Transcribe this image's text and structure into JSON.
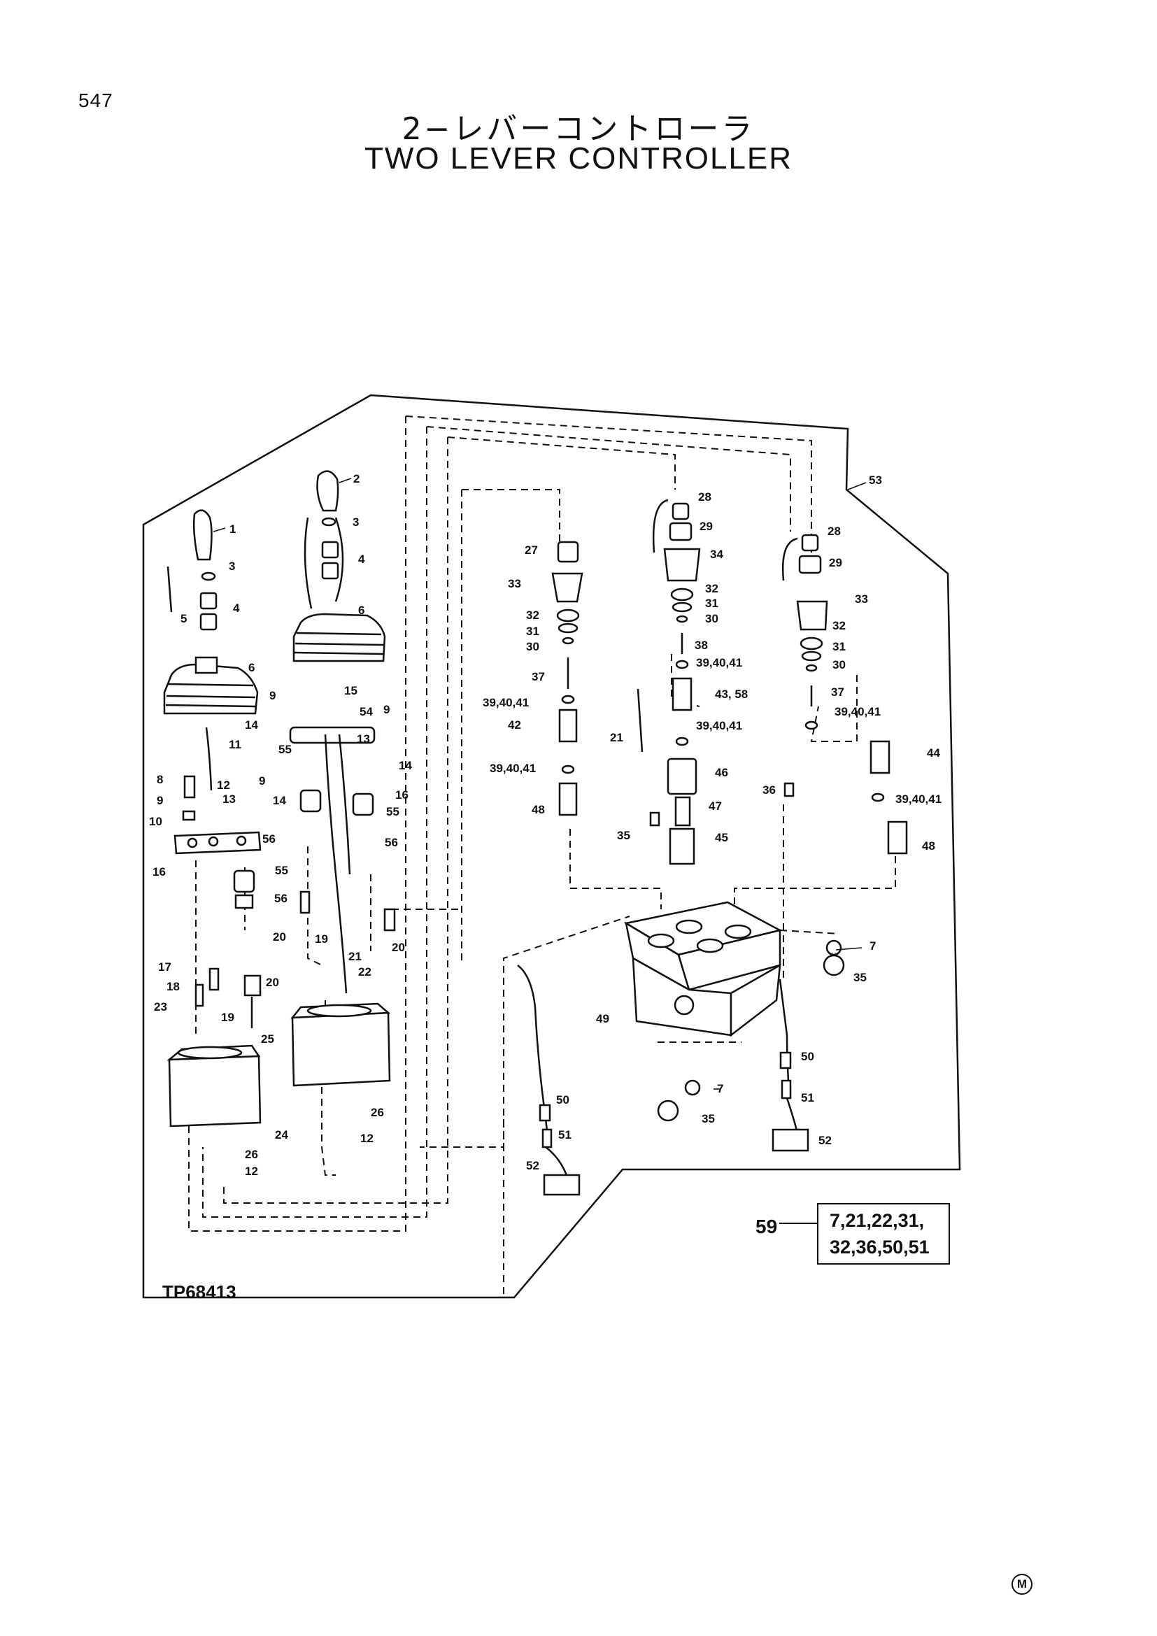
{
  "page_number": "547",
  "title_jp": "2−レバーコントローラ",
  "title_en": "TWO LEVER CONTROLLER",
  "kit": {
    "number": "59",
    "line1": "7,21,22,31,",
    "line2": "32,36,50,51"
  },
  "drawing_code": "TP68413",
  "corner_mark": "M",
  "callouts": {
    "c1": "1",
    "c2": "2",
    "c3a": "3",
    "c3b": "3",
    "c4a": "4",
    "c4b": "4",
    "c5": "5",
    "c6a": "6",
    "c6b": "6",
    "c7a": "7",
    "c7b": "7",
    "c8": "8",
    "c9a": "9",
    "c9b": "9",
    "c9c": "9",
    "c9d": "9",
    "c10": "10",
    "c11": "11",
    "c12a": "12",
    "c12b": "12",
    "c12c": "12",
    "c13a": "13",
    "c13b": "13",
    "c14a": "14",
    "c14b": "14",
    "c14c": "14",
    "c15": "15",
    "c16a": "16",
    "c16b": "16",
    "c17": "17",
    "c18": "18",
    "c19a": "19",
    "c19b": "19",
    "c20a": "20",
    "c20b": "20",
    "c20c": "20",
    "c21a": "21",
    "c21b": "21",
    "c22": "22",
    "c23": "23",
    "c24": "24",
    "c25": "25",
    "c26a": "26",
    "c26b": "26",
    "c27": "27",
    "c28a": "28",
    "c28b": "28",
    "c29a": "29",
    "c29b": "29",
    "c30a": "30",
    "c30b": "30",
    "c30c": "30",
    "c31a": "31",
    "c31b": "31",
    "c31c": "31",
    "c32a": "32",
    "c32b": "32",
    "c32c": "32",
    "c33a": "33",
    "c33b": "33",
    "c34": "34",
    "c35a": "35",
    "c35b": "35",
    "c35c": "35",
    "c36": "36",
    "c37a": "37",
    "c37b": "37",
    "c38": "38",
    "c394041a": "39,40,41",
    "c394041b": "39,40,41",
    "c394041c": "39,40,41",
    "c394041d": "39,40,41",
    "c394041e": "39,40,41",
    "c394041f": "39,40,41",
    "c42": "42",
    "c4358": "43, 58",
    "c44": "44",
    "c45": "45",
    "c46": "46",
    "c47": "47",
    "c48a": "48",
    "c48b": "48",
    "c49": "49",
    "c50a": "50",
    "c50b": "50",
    "c51a": "51",
    "c51b": "51",
    "c52a": "52",
    "c52b": "52",
    "c53": "53",
    "c54": "54",
    "c55a": "55",
    "c55b": "55",
    "c55c": "55",
    "c56a": "56",
    "c56b": "56",
    "c56c": "56"
  }
}
